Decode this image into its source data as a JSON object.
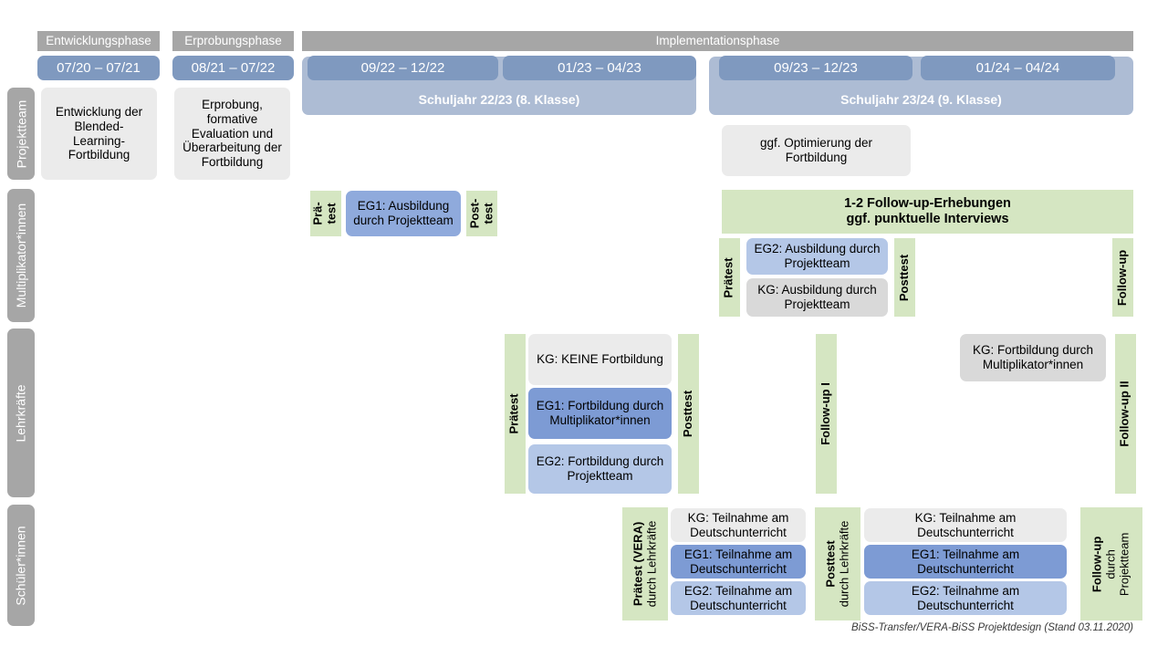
{
  "diagram": {
    "footer": "BiSS-Transfer/VERA-BiSS Projektdesign (Stand 03.11.2020)",
    "colors": {
      "header_grey": "#a6a6a6",
      "period_blue": "#7f99bf",
      "schoolyear_blue": "#adbcd4",
      "green": "#d5e6c2",
      "grey_light": "#ebebeb",
      "grey_dark": "#d9d9d9",
      "blue_light": "#b4c7e7",
      "blue_mid": "#8faadc",
      "blue_dark": "#7d9bd4"
    }
  },
  "phases": [
    {
      "label": "Entwicklungsphase"
    },
    {
      "label": "Erprobungsphase"
    },
    {
      "label": "Implementationsphase"
    }
  ],
  "periods": [
    {
      "label": "07/20 – 07/21"
    },
    {
      "label": "08/21 – 07/22"
    },
    {
      "label": "09/22 – 12/22"
    },
    {
      "label": "01/23 – 04/23"
    },
    {
      "label": "09/23 – 12/23"
    },
    {
      "label": "01/24 – 04/24"
    }
  ],
  "schoolyears": [
    {
      "label": "Schuljahr 22/23 (8. Klasse)"
    },
    {
      "label": "Schuljahr 23/24 (9. Klasse)"
    }
  ],
  "rails": [
    {
      "label": "Projektteam"
    },
    {
      "label": "Multiplikator*innen"
    },
    {
      "label": "Lehrkräfte"
    },
    {
      "label": "Schüler*innen"
    }
  ],
  "projektteam": {
    "entwicklung": "Entwicklung der Blended-Learning-Fortbildung",
    "erprobung": "Erprobung, formative Evaluation und Überarbeitung der Fortbildung",
    "optimierung": "ggf. Optimierung der Fortbildung"
  },
  "multiplikatoren": {
    "praetest_l1": "Prä-",
    "praetest_l2": "test",
    "eg1": "EG1: Ausbildung durch Projektteam",
    "posttest_l1": "Post-",
    "posttest_l2": "test",
    "followup_band_l1": "1-2 Follow-up-Erhebungen",
    "followup_band_l2": "ggf. punktuelle Interviews",
    "praetest2": "Prätest",
    "eg2": "EG2: Ausbildung durch Projektteam",
    "kg": "KG: Ausbildung durch Projektteam",
    "posttest2": "Posttest",
    "followup": "Follow-up"
  },
  "lehrkraefte": {
    "praetest": "Prätest",
    "kg": "KG:  KEINE Fortbildung",
    "eg1": "EG1: Fortbildung durch Multiplikator*innen",
    "eg2": "EG2: Fortbildung durch Projektteam",
    "posttest": "Posttest",
    "followup1": "Follow-up I",
    "kg2": "KG: Fortbildung durch Multiplikator*innen",
    "followup2": "Follow-up II"
  },
  "schueler": {
    "praetest_main": "Prätest (VERA)",
    "praetest_sub": "durch Lehrkräfte",
    "kg1": "KG: Teilnahme am Deutschunterricht",
    "eg1_1": "EG1: Teilnahme am Deutschunterricht",
    "eg2_1": "EG2: Teilnahme am Deutschunterricht",
    "posttest_main": "Posttest",
    "posttest_sub": "durch Lehrkräfte",
    "kg2": "KG: Teilnahme am Deutschunterricht",
    "eg1_2": "EG1: Teilnahme am Deutschunterricht",
    "eg2_2": "EG2: Teilnahme am Deutschunterricht",
    "followup_main": "Follow-up",
    "followup_sub1": "durch",
    "followup_sub2": "Projektteam"
  }
}
